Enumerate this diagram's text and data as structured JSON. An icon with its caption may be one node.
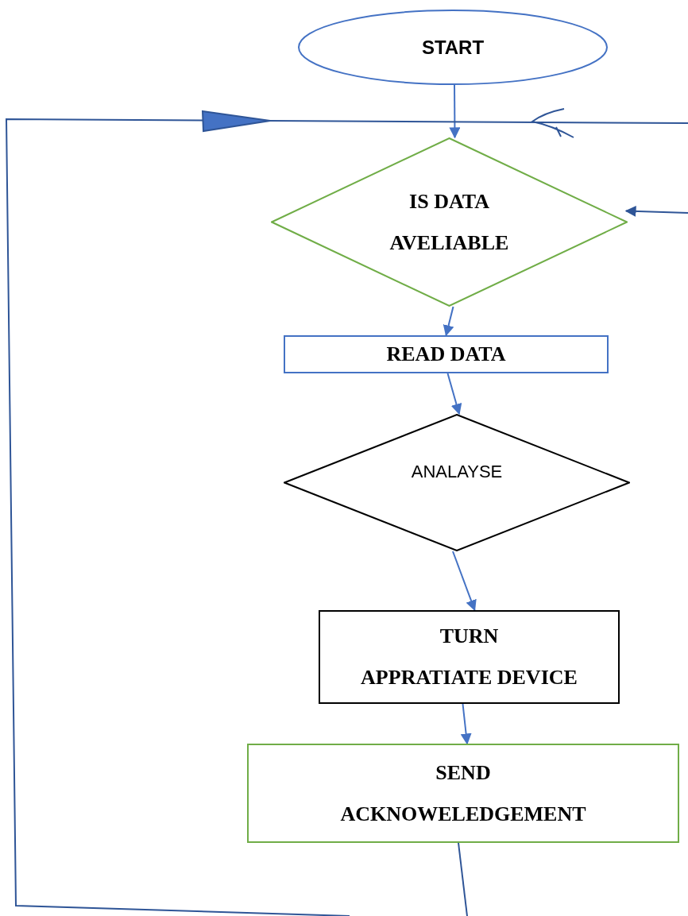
{
  "diagram": {
    "nodes": [
      {
        "text": [
          "START"
        ]
      },
      {
        "text": [
          "IS DATA",
          "AVELIABLE"
        ]
      },
      {
        "text": [
          "READ DATA"
        ]
      },
      {
        "text": [
          "ANALAYSE"
        ]
      },
      {
        "text": [
          "TURN",
          "APPRATIATE DEVICE"
        ]
      },
      {
        "text": [
          "SEND",
          "ACKNOWELEDGEMENT"
        ]
      }
    ],
    "edges": [
      {
        "from": 0,
        "to": 1,
        "arrow": "to"
      },
      {
        "from": 1,
        "to": 2,
        "arrow": "to"
      },
      {
        "from": 2,
        "to": 3,
        "arrow": "to"
      },
      {
        "from": 3,
        "to": 4,
        "arrow": "to"
      },
      {
        "from": 4,
        "to": 5,
        "arrow": "to"
      },
      {
        "from": 5,
        "to": null,
        "arrow": "none",
        "color": "#2f5597"
      },
      {
        "from": null,
        "to": 1,
        "arrow": "to",
        "color": "#2f5597"
      }
    ]
  }
}
